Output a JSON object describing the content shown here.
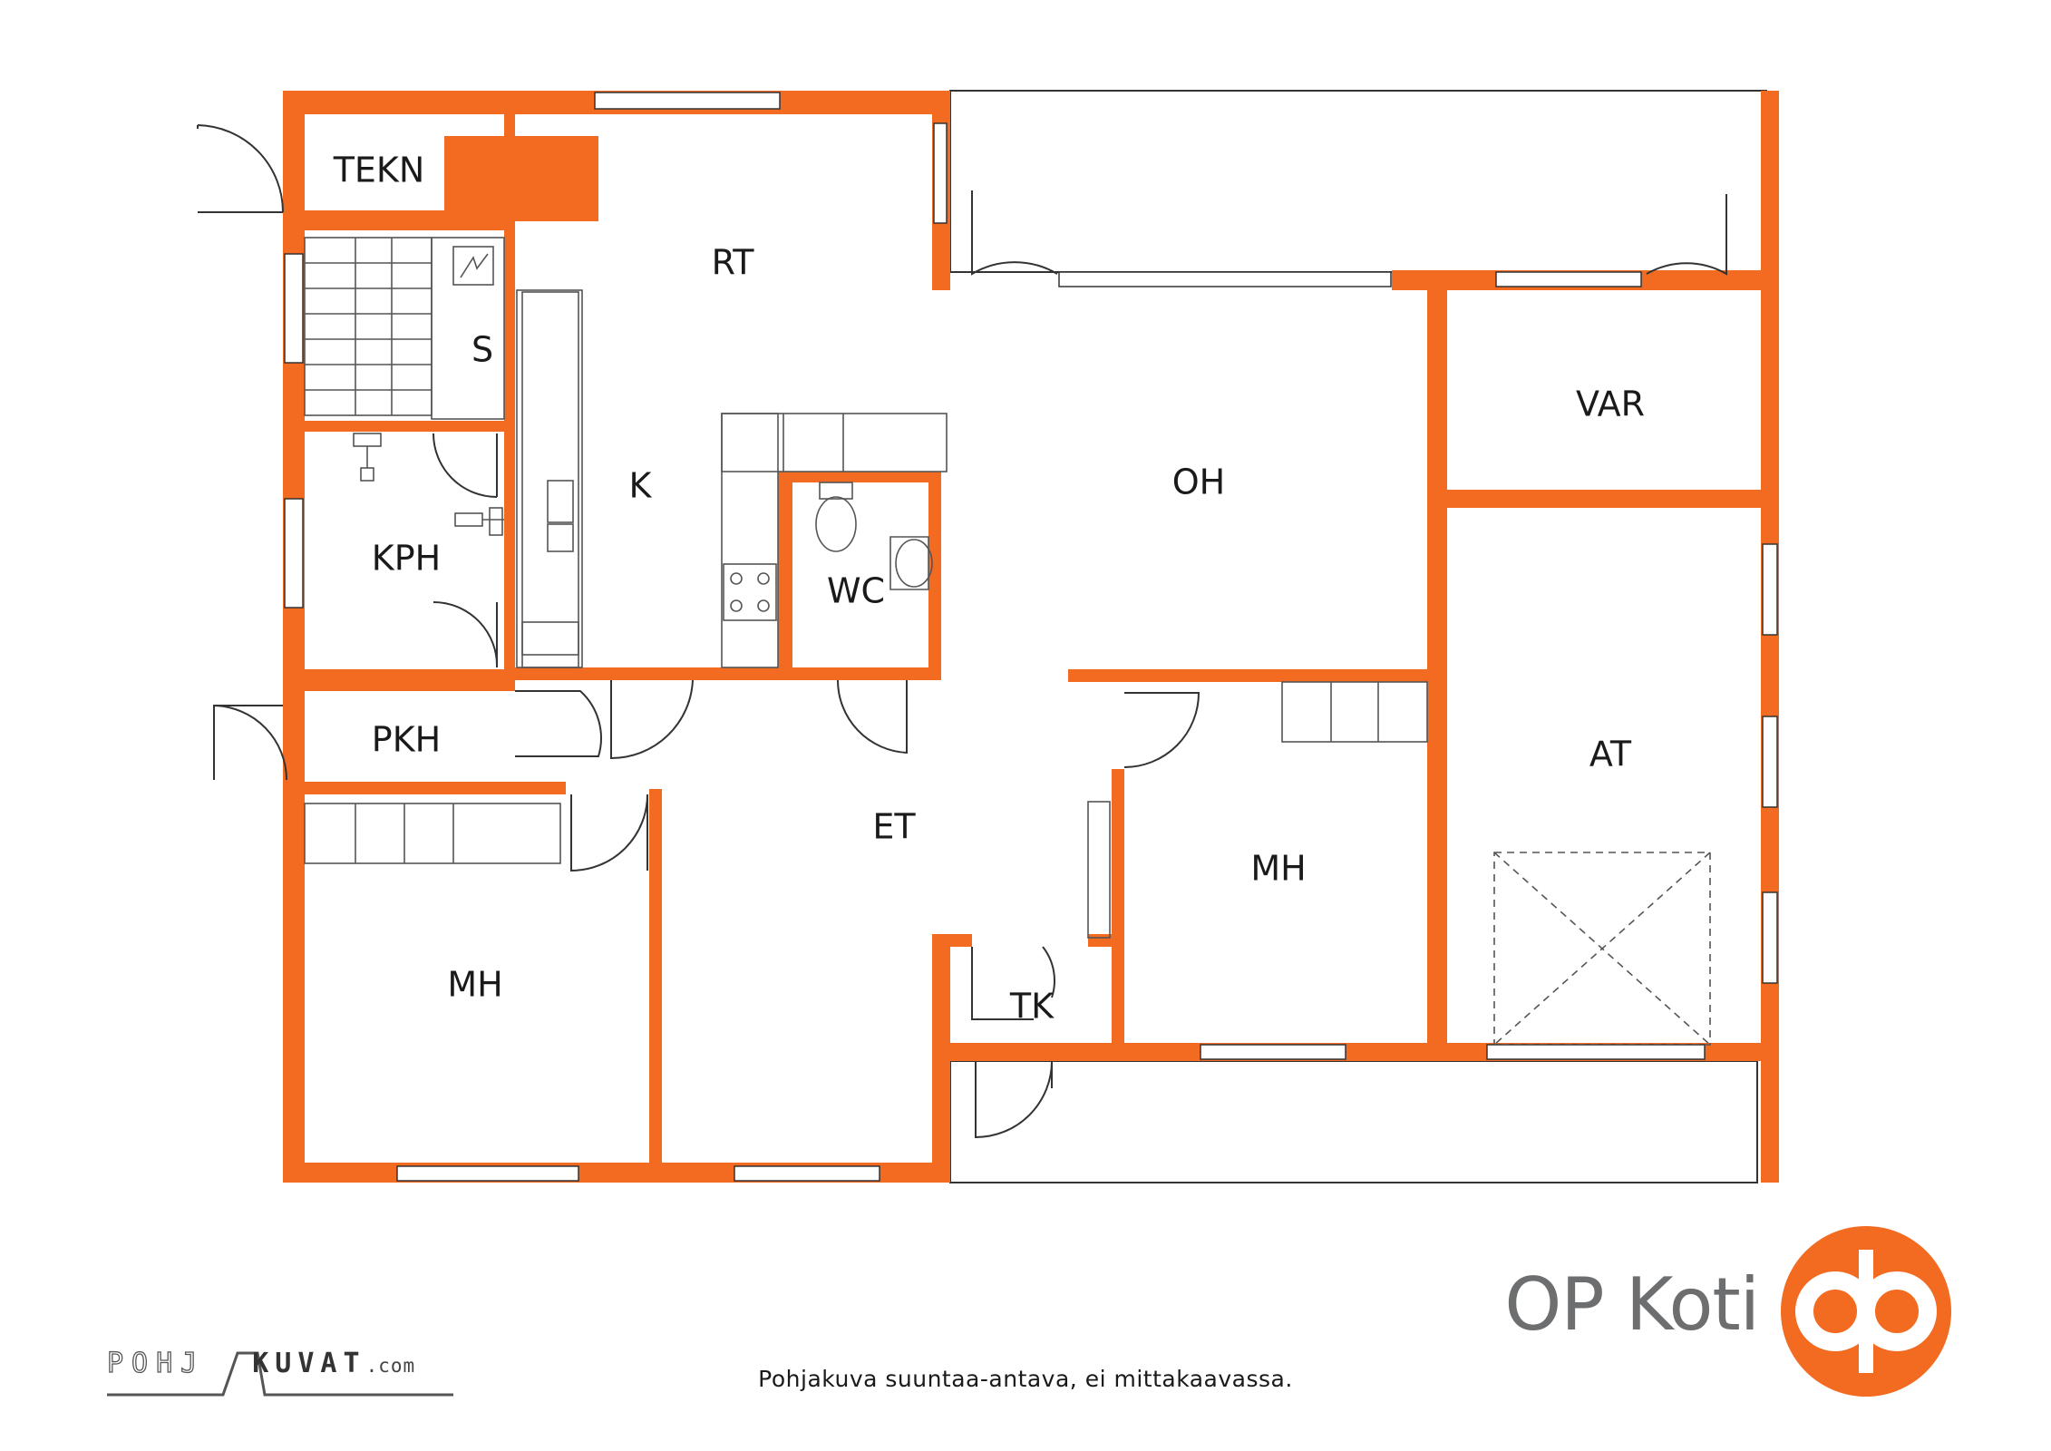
{
  "rooms": {
    "tekn": "TEKN",
    "rt": "RT",
    "s": "S",
    "k": "K",
    "kph": "KPH",
    "wc": "WC",
    "oh": "OH",
    "var": "VAR",
    "pkh": "PKH",
    "et": "ET",
    "at": "AT",
    "mh_right": "MH",
    "mh_left": "MH",
    "tk": "TK"
  },
  "caption": "Pohjakuva suuntaa-antava, ei mittakaavassa.",
  "brand": {
    "name": "OP Koti",
    "logo_icon": "op-logo-icon"
  },
  "credit": {
    "part1": "POHJ",
    "part2": "KUVAT",
    "part3": ".com"
  },
  "colors": {
    "wall": "#f26b21",
    "line": "#333333",
    "brand_gray": "#6d6e70"
  }
}
